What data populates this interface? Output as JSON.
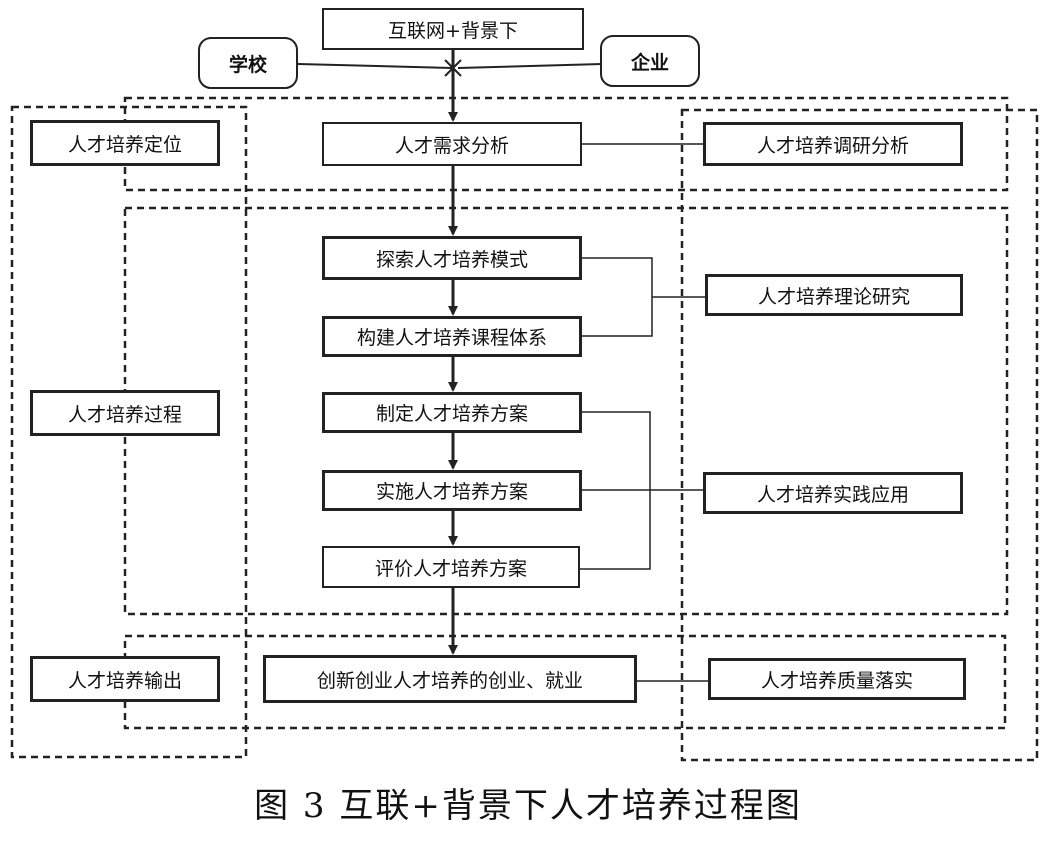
{
  "diagram": {
    "top_node": "互联网+背景下",
    "school": "学校",
    "enterprise": "企业",
    "stages": {
      "positioning": "人才培养定位",
      "process": "人才培养过程",
      "output": "人才培养输出"
    },
    "main_flow": {
      "needs": "人才需求分析",
      "explore": "探索人才培养模式",
      "curriculum": "构建人才培养课程体系",
      "plan": "制定人才培养方案",
      "implement": "实施人才培养方案",
      "evaluate": "评价人才培养方案",
      "employment": "创新创业人才培养的创业、就业"
    },
    "right_nodes": {
      "research": "人才培养调研分析",
      "theory": "人才培养理论研究",
      "practice": "人才培养实践应用",
      "quality": "人才培养质量落实"
    },
    "caption": "图 3  互联+背景下人才培养过程图"
  },
  "colors": {
    "line": "#222222",
    "background": "#ffffff"
  }
}
